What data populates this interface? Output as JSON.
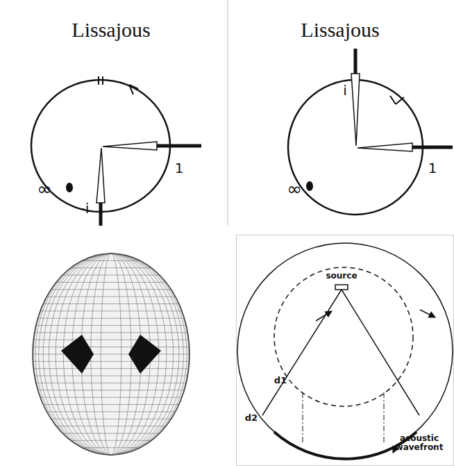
{
  "diagram": {
    "labels": [
      "Lissajous",
      "1",
      "-i",
      "∞",
      "Lissajous",
      "i",
      "1",
      "∞",
      "source",
      "d1",
      "d2",
      "acoustic wavefront"
    ]
  }
}
